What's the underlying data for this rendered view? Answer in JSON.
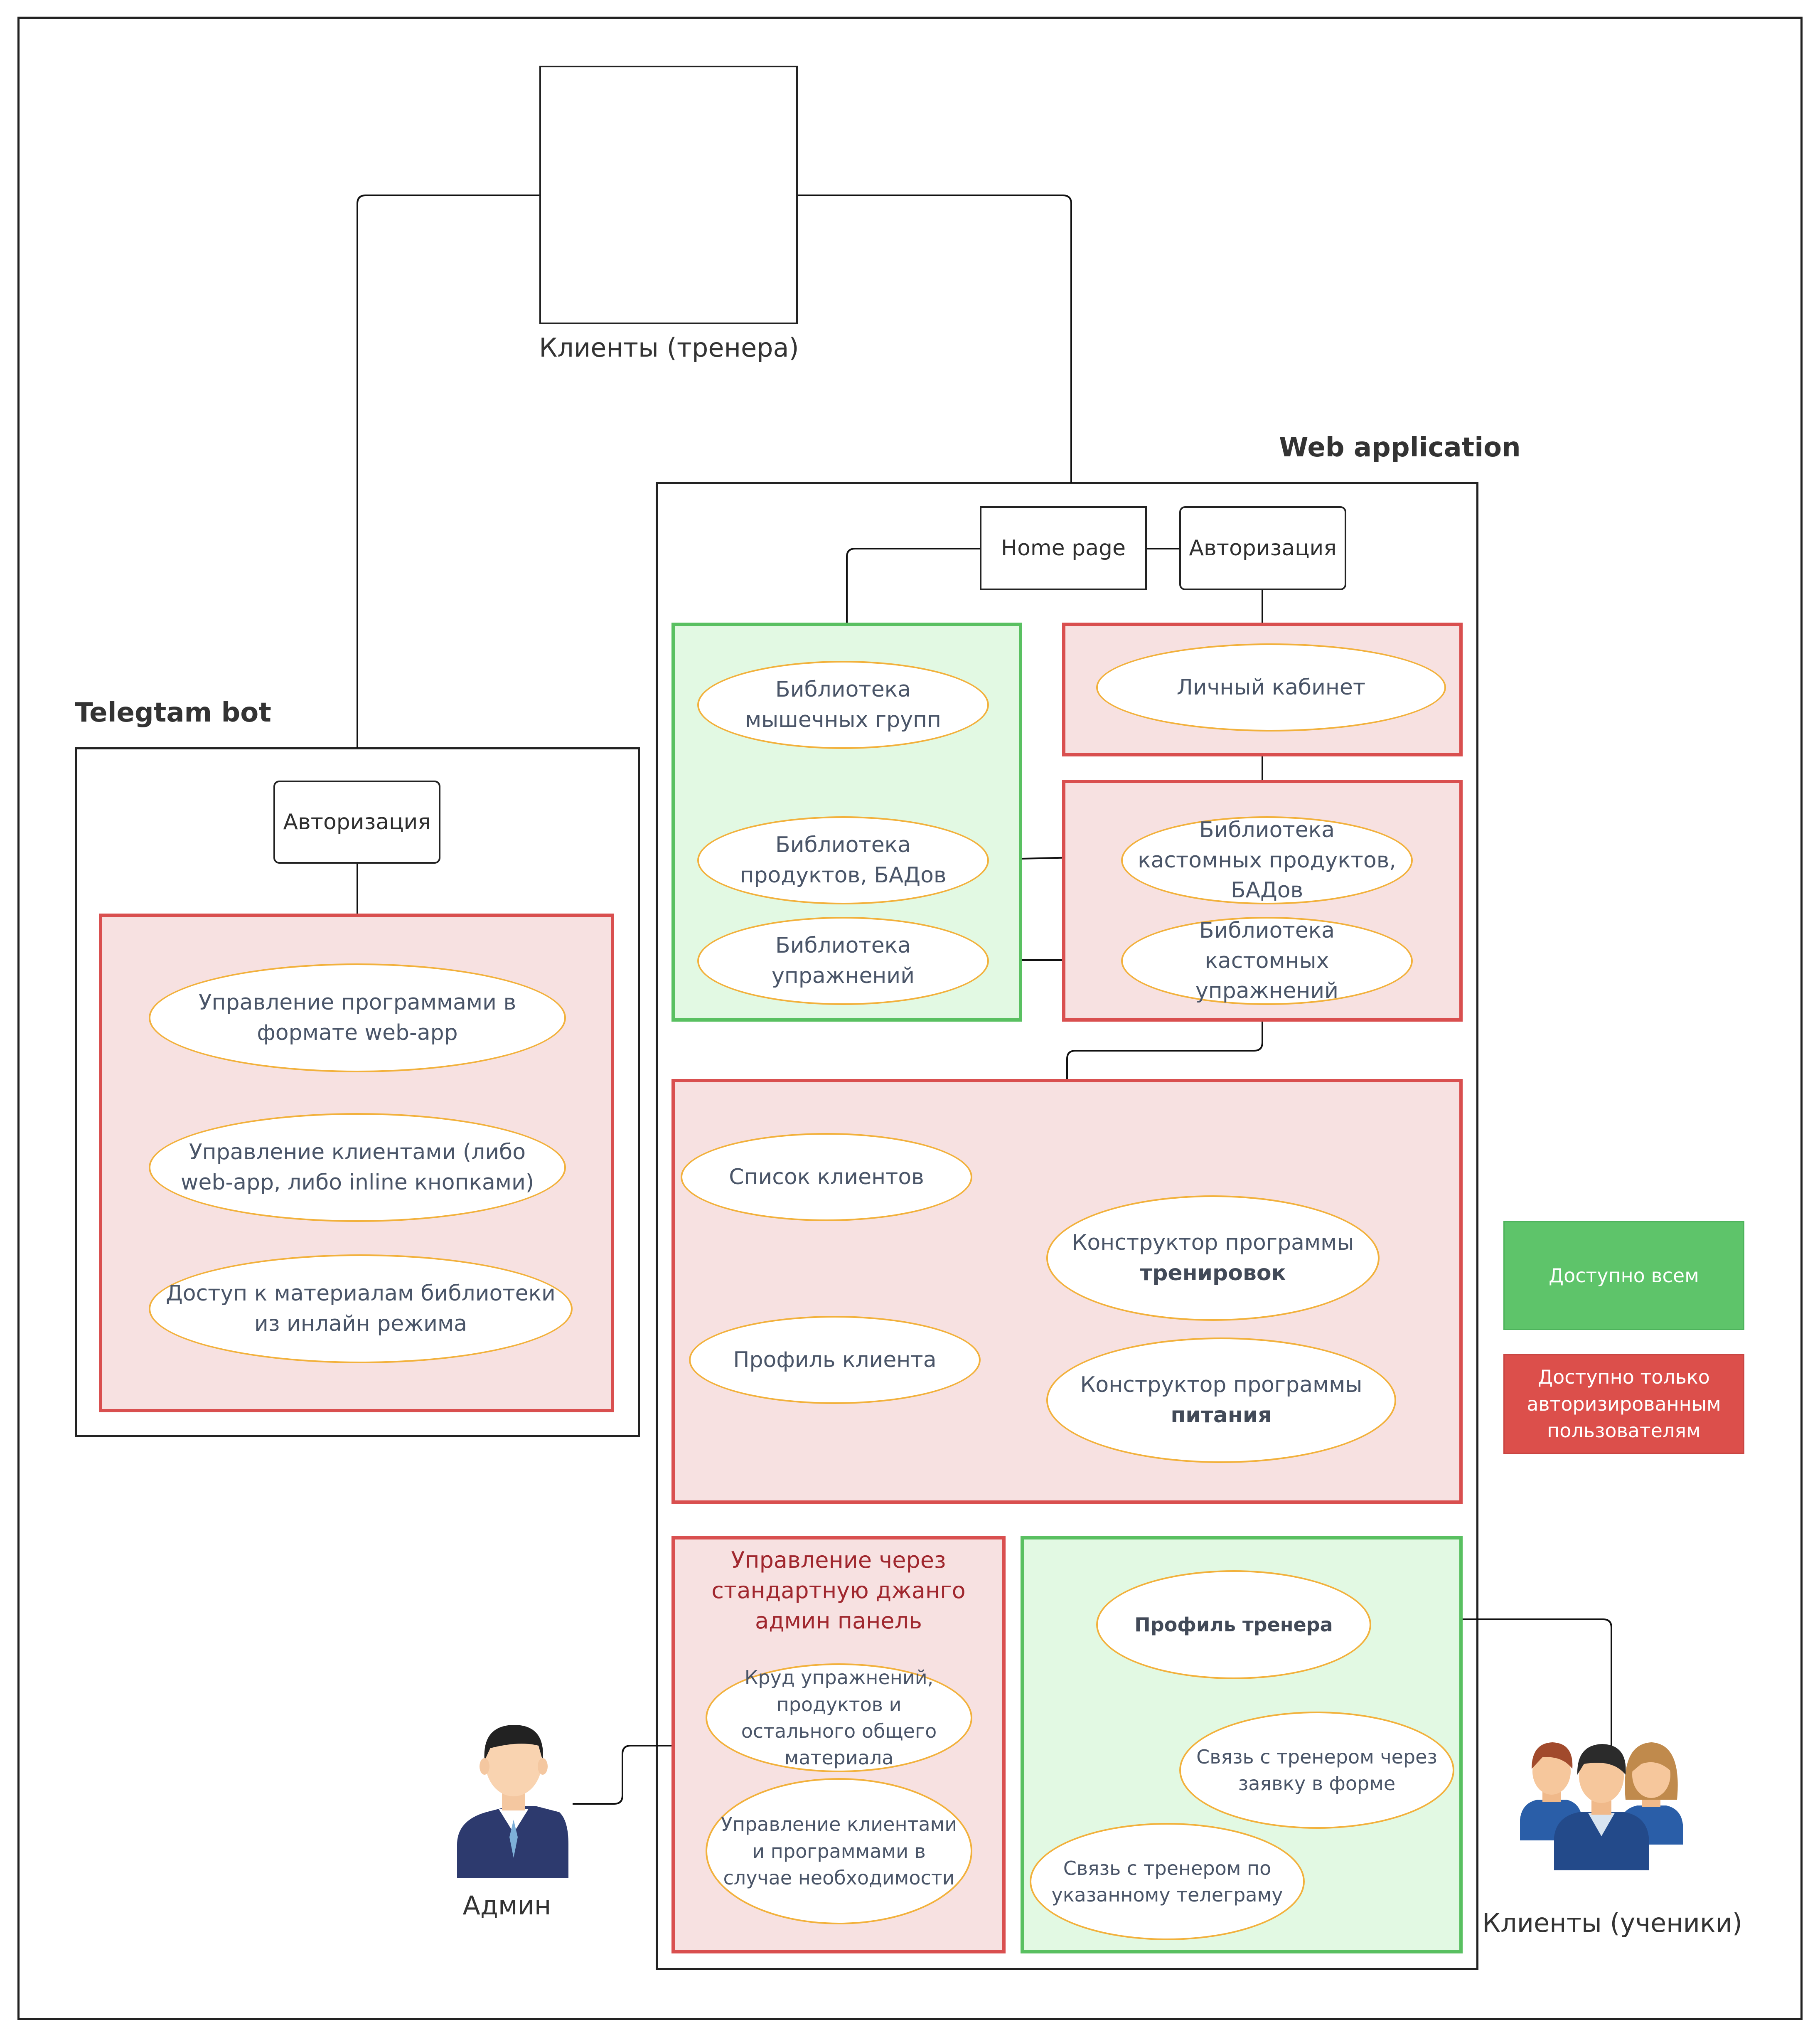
{
  "actors": {
    "trainer_clients": "Клиенты (тренера)",
    "admin": "Админ",
    "student_clients": "Клиенты (ученики)"
  },
  "telegram_bot": {
    "title": "Telegtam bot",
    "auth": "Авторизация",
    "items": [
      "Управление программами в формате web-app",
      "Управление клиентами (либо web-app, либо inline кнопками)",
      "Доступ к материалам библиотеки из инлайн режима"
    ]
  },
  "web_app": {
    "title": "Web application",
    "home_page": "Home page",
    "auth": "Авторизация",
    "public_libraries": [
      "Библиотека мышечных групп",
      "Библиотека продуктов, БАДов",
      "Библиотека упражнений"
    ],
    "personal_account": "Личный кабинет",
    "custom_libraries": [
      "Библиотека кастомных продуктов, БАДов",
      "Библиотека кастомных упражнений"
    ],
    "client_list": "Список клиентов",
    "client_profile": "Профиль клиента",
    "workout_builder": {
      "line1": "Конструктор программы",
      "line2": "тренировок"
    },
    "nutrition_builder": {
      "line1": "Конструктор программы",
      "line2": "питания"
    },
    "admin_panel": {
      "title": "Управление через стандартную джанго админ панель",
      "items": [
        "Круд упражнений, продуктов и остального общего материала",
        "Управление клиентами и программами в случае необходимости"
      ]
    },
    "trainer_profile": {
      "title": "Профиль тренера",
      "contact_form": "Связь с тренером через заявку в форме",
      "contact_telegram": "Связь с тренером по указанному телеграму"
    }
  },
  "legend": {
    "public": "Доступно всем",
    "authorized": "Доступно только авторизированным пользователям"
  },
  "colors": {
    "restricted_fill": "#f7e1e1",
    "restricted_border": "#d94f4f",
    "public_fill": "#e2f9e3",
    "public_border": "#59c061",
    "ellipse_border": "#f2b13c",
    "legend_green": "#5ec46a",
    "legend_red": "#dc4f4b",
    "trainer_icon_body": "#4a63b5",
    "dumbbell": "#e34b4b"
  },
  "icons": [
    "trainer-with-dumbbell-icon",
    "admin-person-icon",
    "student-group-icon"
  ]
}
